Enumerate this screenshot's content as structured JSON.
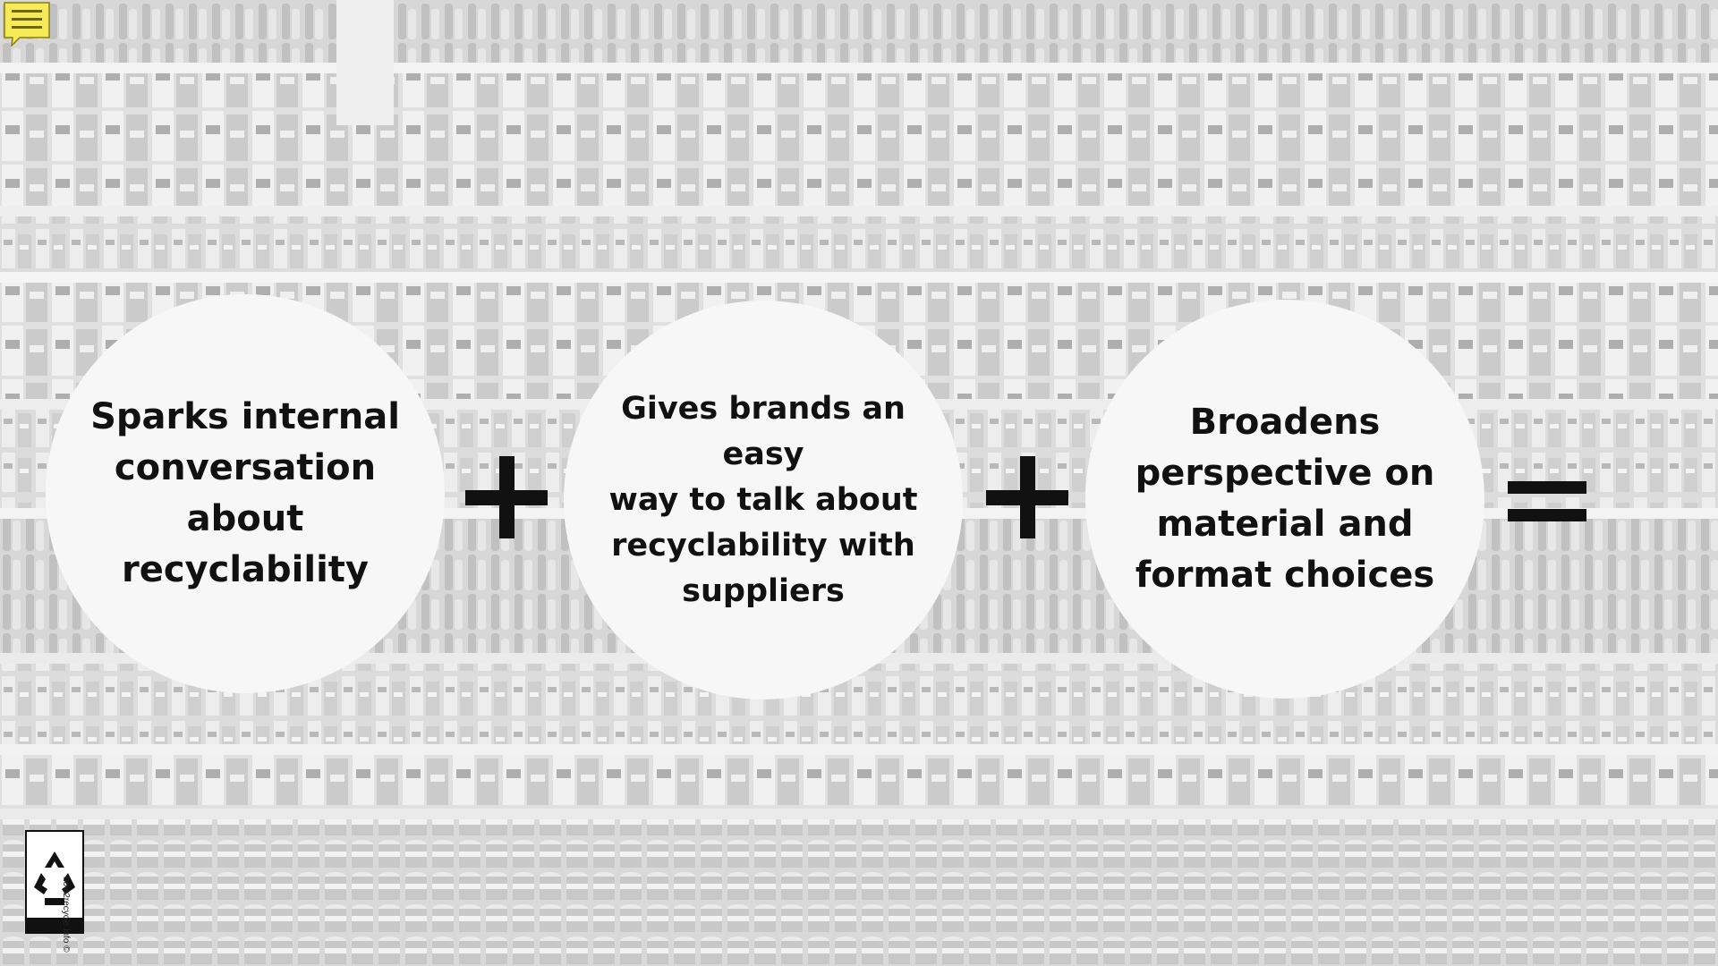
{
  "slide": {
    "circles": [
      {
        "lines": [
          "Sparks internal",
          "conversation",
          "about",
          "recyclability"
        ]
      },
      {
        "lines": [
          "Gives brands an easy",
          "way to talk about",
          "recyclability with",
          "suppliers"
        ]
      },
      {
        "lines": [
          "Broadens",
          "perspective on",
          "material and",
          "format choices"
        ]
      }
    ],
    "operators": [
      "+",
      "+",
      "="
    ],
    "logo": {
      "url_text": "how2recycle.info ©"
    },
    "comment_icon": "note-comment-icon",
    "background_image": "grocery-shelf-photo"
  },
  "colors": {
    "circle_fill": "#f7f7f7",
    "text": "#111111",
    "note_icon": "#f5ea5a",
    "background": "#d9d9d9"
  }
}
